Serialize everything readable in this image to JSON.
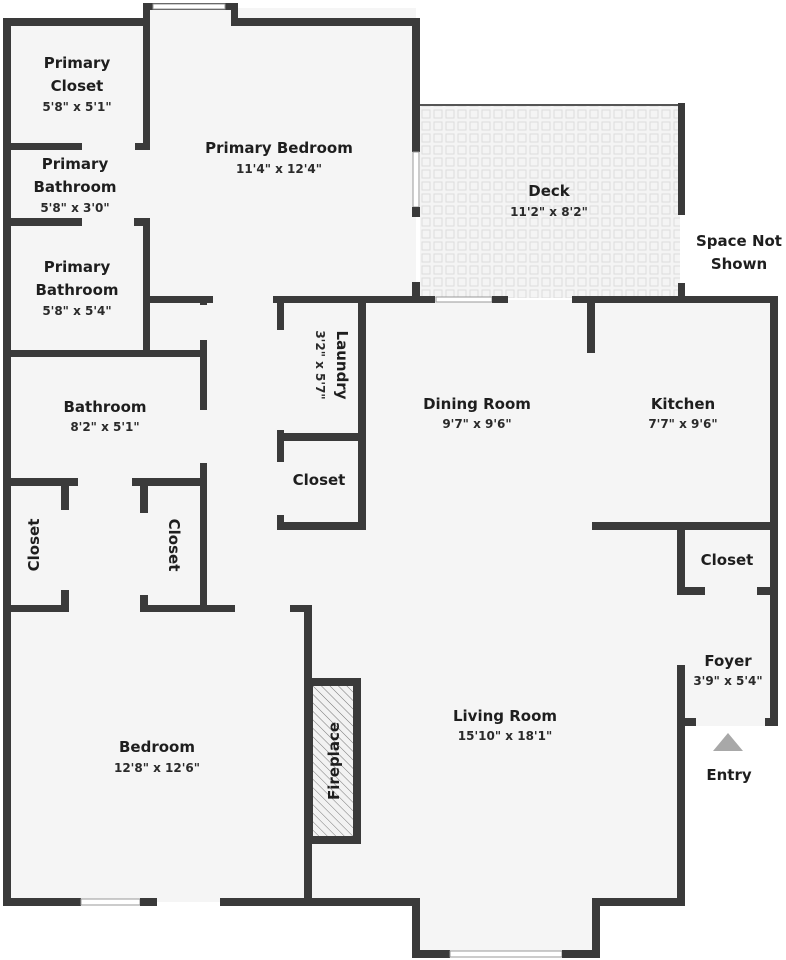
{
  "title": "Floor Plan",
  "colors": {
    "wall": "#3a3a3a",
    "floor": "#f5f5f5",
    "entry_arrow": "#a8a8a8"
  },
  "rooms": {
    "primary_closet": {
      "name1": "Primary",
      "name2": "Closet",
      "dims": "5'8\" x 5'1\""
    },
    "primary_bedroom": {
      "name": "Primary Bedroom",
      "dims": "11'4\" x 12'4\""
    },
    "primary_bathroom_small": {
      "name1": "Primary",
      "name2": "Bathroom",
      "dims": "5'8\" x 3'0\""
    },
    "primary_bathroom_large": {
      "name1": "Primary",
      "name2": "Bathroom",
      "dims": "5'8\" x 5'4\""
    },
    "deck": {
      "name": "Deck",
      "dims": "11'2\" x 8'2\""
    },
    "space_not_shown": {
      "line1": "Space Not",
      "line2": "Shown"
    },
    "laundry": {
      "name": "Laundry",
      "dims": "3'2\" x 5'7\""
    },
    "bathroom": {
      "name": "Bathroom",
      "dims": "8'2\" x 5'1\""
    },
    "dining_room": {
      "name": "Dining Room",
      "dims": "9'7\" x 9'6\""
    },
    "kitchen": {
      "name": "Kitchen",
      "dims": "7'7\" x 9'6\""
    },
    "hall_closet": {
      "name": "Closet"
    },
    "bedroom_closet_left": {
      "name": "Closet"
    },
    "bedroom_closet_right": {
      "name": "Closet"
    },
    "foyer_closet": {
      "name": "Closet"
    },
    "foyer": {
      "name": "Foyer",
      "dims": "3'9\" x 5'4\""
    },
    "living_room": {
      "name": "Living Room",
      "dims": "15'10\" x 18'1\""
    },
    "bedroom": {
      "name": "Bedroom",
      "dims": "12'8\" x 12'6\""
    },
    "fireplace": {
      "name": "Fireplace"
    },
    "entry": {
      "name": "Entry"
    }
  }
}
